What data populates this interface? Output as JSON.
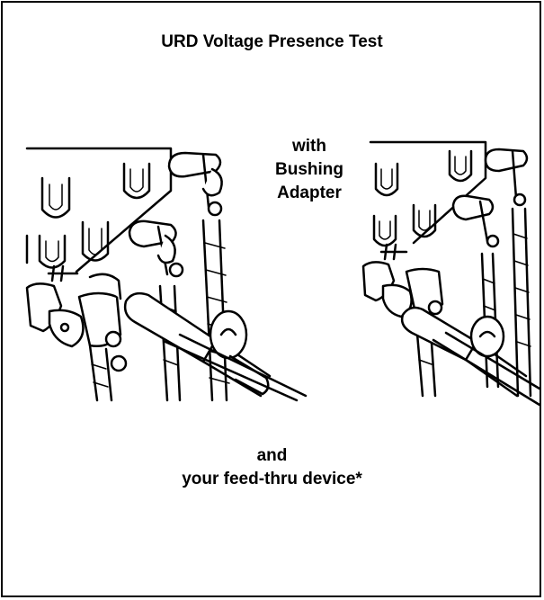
{
  "title": "URD Voltage Presence Test",
  "middle_label": {
    "line1": "with",
    "line2": "Bushing",
    "line3": "Adapter"
  },
  "bottom_label": {
    "line1": "and",
    "line2": "your feed-thru device*"
  },
  "colors": {
    "ink": "#000000",
    "paper": "#ffffff"
  },
  "illustrations": [
    {
      "name": "left-cabinet-illustration",
      "icon": "urd-bushing-elbow-drawing"
    },
    {
      "name": "right-cabinet-illustration",
      "icon": "urd-bushing-elbow-drawing"
    }
  ]
}
